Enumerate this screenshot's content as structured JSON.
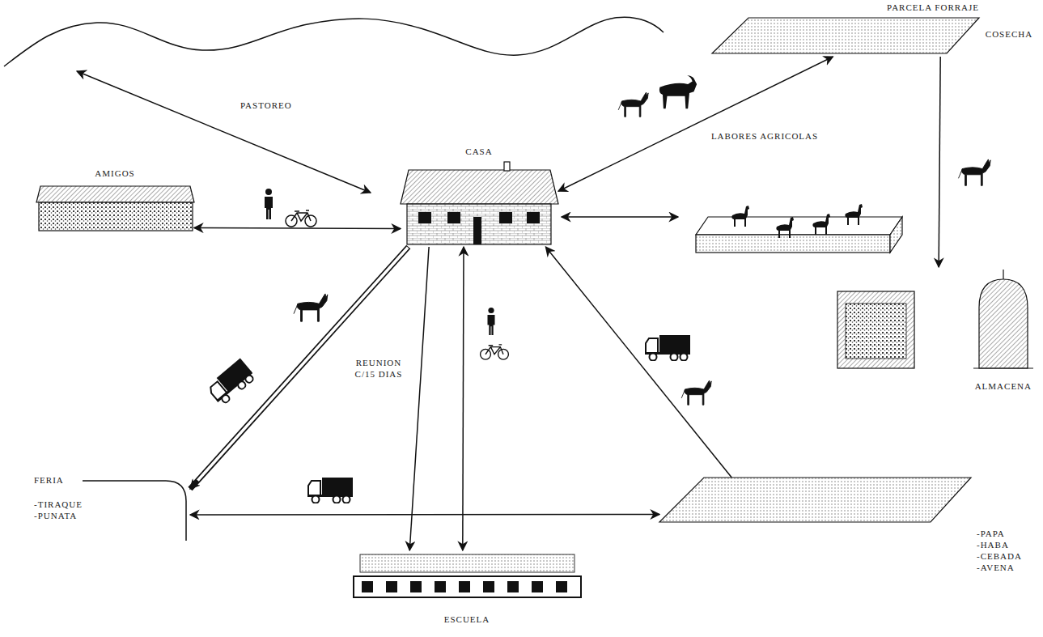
{
  "diagram": {
    "nodes": [
      {
        "text": [
          "CASA"
        ]
      },
      {
        "text": [
          "AMIGOS"
        ]
      },
      {
        "text": [
          "PARCELA FORRAJE"
        ]
      },
      {
        "text": [
          "ALMACENA"
        ]
      },
      {
        "text": [
          "FERIA",
          "-TIRAQUE",
          "-PUNATA"
        ]
      },
      {
        "text": [
          "-PAPA",
          "-HABA",
          "-CEBADA",
          "-AVENA"
        ]
      },
      {
        "text": [
          "ESCUELA"
        ]
      }
    ],
    "edges": [
      {
        "from": 0,
        "to": 1,
        "arrow": "both"
      },
      {
        "from": 0,
        "to": 2,
        "label": "LABORES AGRICOLAS",
        "arrow": "both"
      },
      {
        "from": 2,
        "to": 3,
        "label": "COSECHA",
        "arrow": "to"
      },
      {
        "from": 0,
        "to": 4,
        "arrow": "to"
      },
      {
        "from": 4,
        "to": 5,
        "arrow": "both"
      },
      {
        "from": 5,
        "to": 0,
        "arrow": "to"
      },
      {
        "from": 0,
        "to": 6,
        "label": "REUNION C/15 DIAS",
        "arrow": "to"
      },
      {
        "from": 0,
        "to": 6,
        "arrow": "both"
      }
    ],
    "labels": [
      "PASTOREO"
    ]
  }
}
